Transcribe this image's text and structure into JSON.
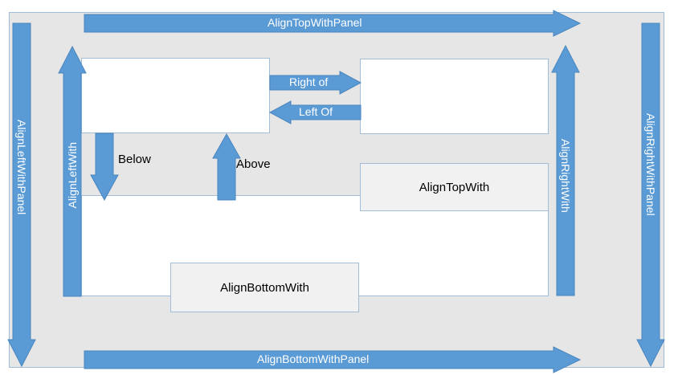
{
  "diagram": {
    "title": "RelativePanel alignment properties diagram",
    "panel_label": "outer-panel",
    "colors": {
      "accent_blue": "#5B9BD5",
      "arrow_outline": "#4A86BE",
      "panel_fill": "#E6E6E6",
      "panel_border": "#9FBCD8",
      "box_fill": "#FFFFFF",
      "box_fill_grey": "#F1F1F1",
      "box_border": "#A3BDD6",
      "label_on_blue": "#FFFFFF",
      "label_on_grey": "#000000"
    }
  },
  "arrows": {
    "align_top_with_panel": {
      "label": "AlignTopWithPanel",
      "direction": "right"
    },
    "align_bottom_with_panel": {
      "label": "AlignBottomWithPanel",
      "direction": "right"
    },
    "align_left_with_panel": {
      "label": "AlignLeftWithPanel",
      "direction": "down"
    },
    "align_right_with_panel": {
      "label": "AlignRightWithPanel",
      "direction": "down"
    },
    "align_left_with": {
      "label": "AlignLeftWith",
      "direction": "up"
    },
    "align_right_with": {
      "label": "AlignRightWith",
      "direction": "up"
    },
    "right_of": {
      "label": "Right of",
      "direction": "right"
    },
    "left_of": {
      "label": "Left Of",
      "direction": "left"
    },
    "below": {
      "label": "Below",
      "direction": "down"
    },
    "above": {
      "label": "Above",
      "direction": "up"
    }
  },
  "boxes": {
    "top_left": {
      "label": ""
    },
    "top_right": {
      "label": ""
    },
    "bottom_big": {
      "label": ""
    },
    "align_top_with": {
      "label": "AlignTopWith"
    },
    "align_bottom_with": {
      "label": "AlignBottomWith"
    }
  }
}
